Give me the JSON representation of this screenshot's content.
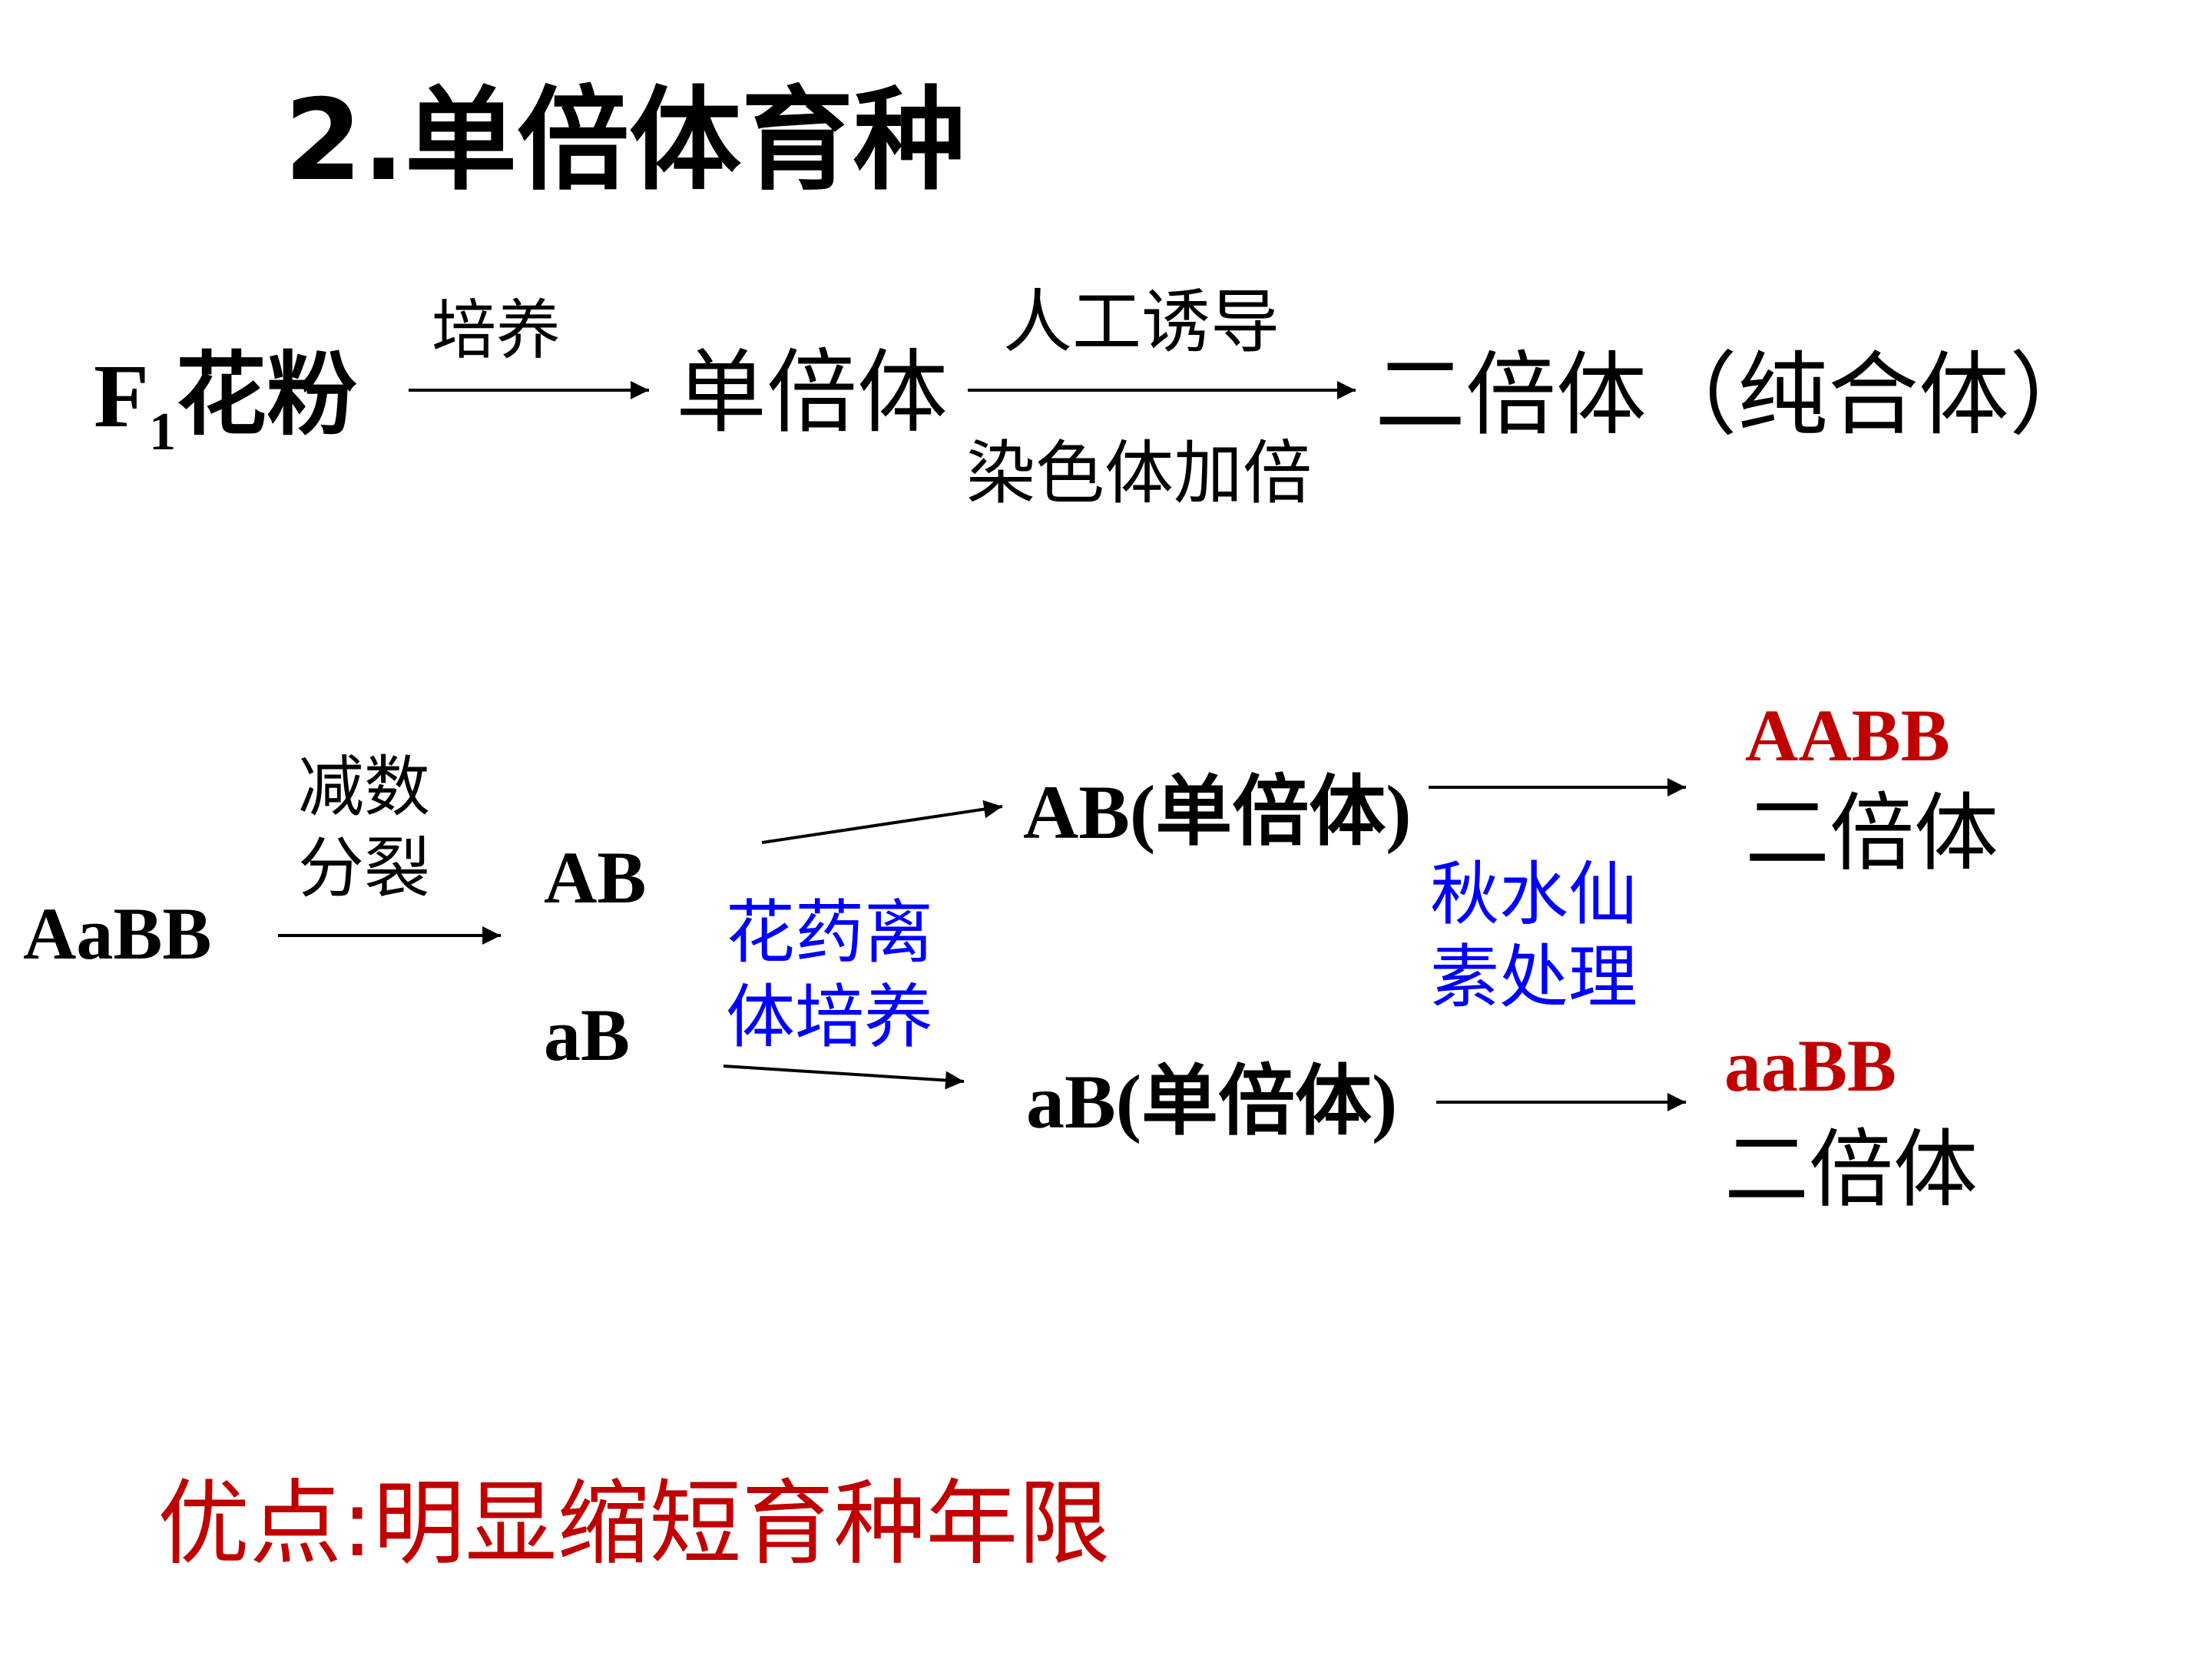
{
  "title": "2.单倍体育种",
  "flow": {
    "f1_prefix": "F",
    "f1_sub": "1",
    "f1_suffix": "花粉",
    "step1_label": "培养",
    "haploid": "单倍体",
    "step2_label_top": "人工诱导",
    "step2_label_bottom": "染色体加倍",
    "result": "二倍体（纯合体）"
  },
  "example": {
    "parent": "AaBB",
    "meiosis_label_line1": "减数",
    "meiosis_label_line2": "分裂",
    "gamete1": "AB",
    "gamete2": "aB",
    "anther_label_line1": "花药离",
    "anther_label_line2": "体培养",
    "haploid1": "AB(单倍体)",
    "haploid2": "aB(单倍体)",
    "colchicine_line1": "秋水仙",
    "colchicine_line2": "素处理",
    "diploid1_genotype": "AABB",
    "diploid1_label": "二倍体",
    "diploid2_genotype": "aaBB",
    "diploid2_label": "二倍体"
  },
  "advantage": "优点:明显缩短育种年限",
  "colors": {
    "text": "#000000",
    "red": "#c00000",
    "blue": "#0000ff"
  }
}
